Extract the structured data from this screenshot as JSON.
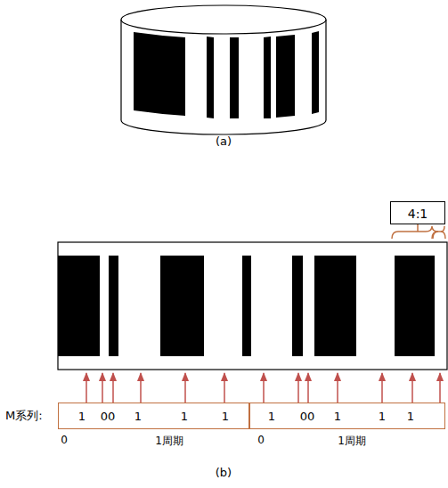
{
  "diagram": {
    "nodes": [
      {
        "text": [
          "4:1"
        ]
      },
      {
        "text": [
          "1",
          "00",
          "1",
          "1",
          "1",
          "1周期"
        ]
      },
      {
        "text": [
          "1",
          "00",
          "1",
          "1",
          "1",
          "1周期"
        ]
      }
    ],
    "labels": [
      "(a)",
      "M系列:",
      "0",
      "0",
      "(b)"
    ]
  }
}
